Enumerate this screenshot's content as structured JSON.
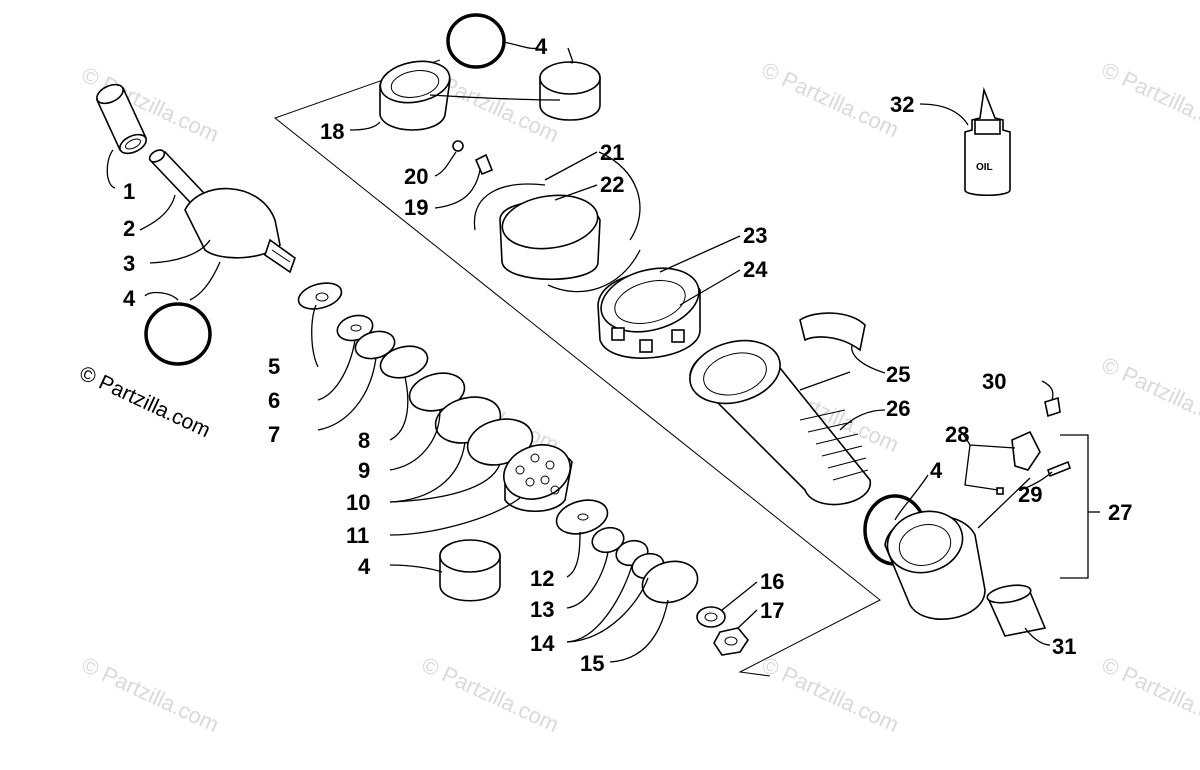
{
  "watermark": "© Partzilla.com",
  "oil_label": "OIL",
  "callouts": {
    "c1": "1",
    "c2": "2",
    "c3": "3",
    "c4a": "4",
    "c4b": "4",
    "c4c": "4",
    "c4d": "4",
    "c5": "5",
    "c6": "6",
    "c7": "7",
    "c8": "8",
    "c9": "9",
    "c10": "10",
    "c11": "11",
    "c12": "12",
    "c13": "13",
    "c14": "14",
    "c15": "15",
    "c16": "16",
    "c17": "17",
    "c18": "18",
    "c19": "19",
    "c20": "20",
    "c21": "21",
    "c22": "22",
    "c23": "23",
    "c24": "24",
    "c25": "25",
    "c26": "26",
    "c27": "27",
    "c28": "28",
    "c29": "29",
    "c30": "30",
    "c31": "31",
    "c32": "32"
  }
}
